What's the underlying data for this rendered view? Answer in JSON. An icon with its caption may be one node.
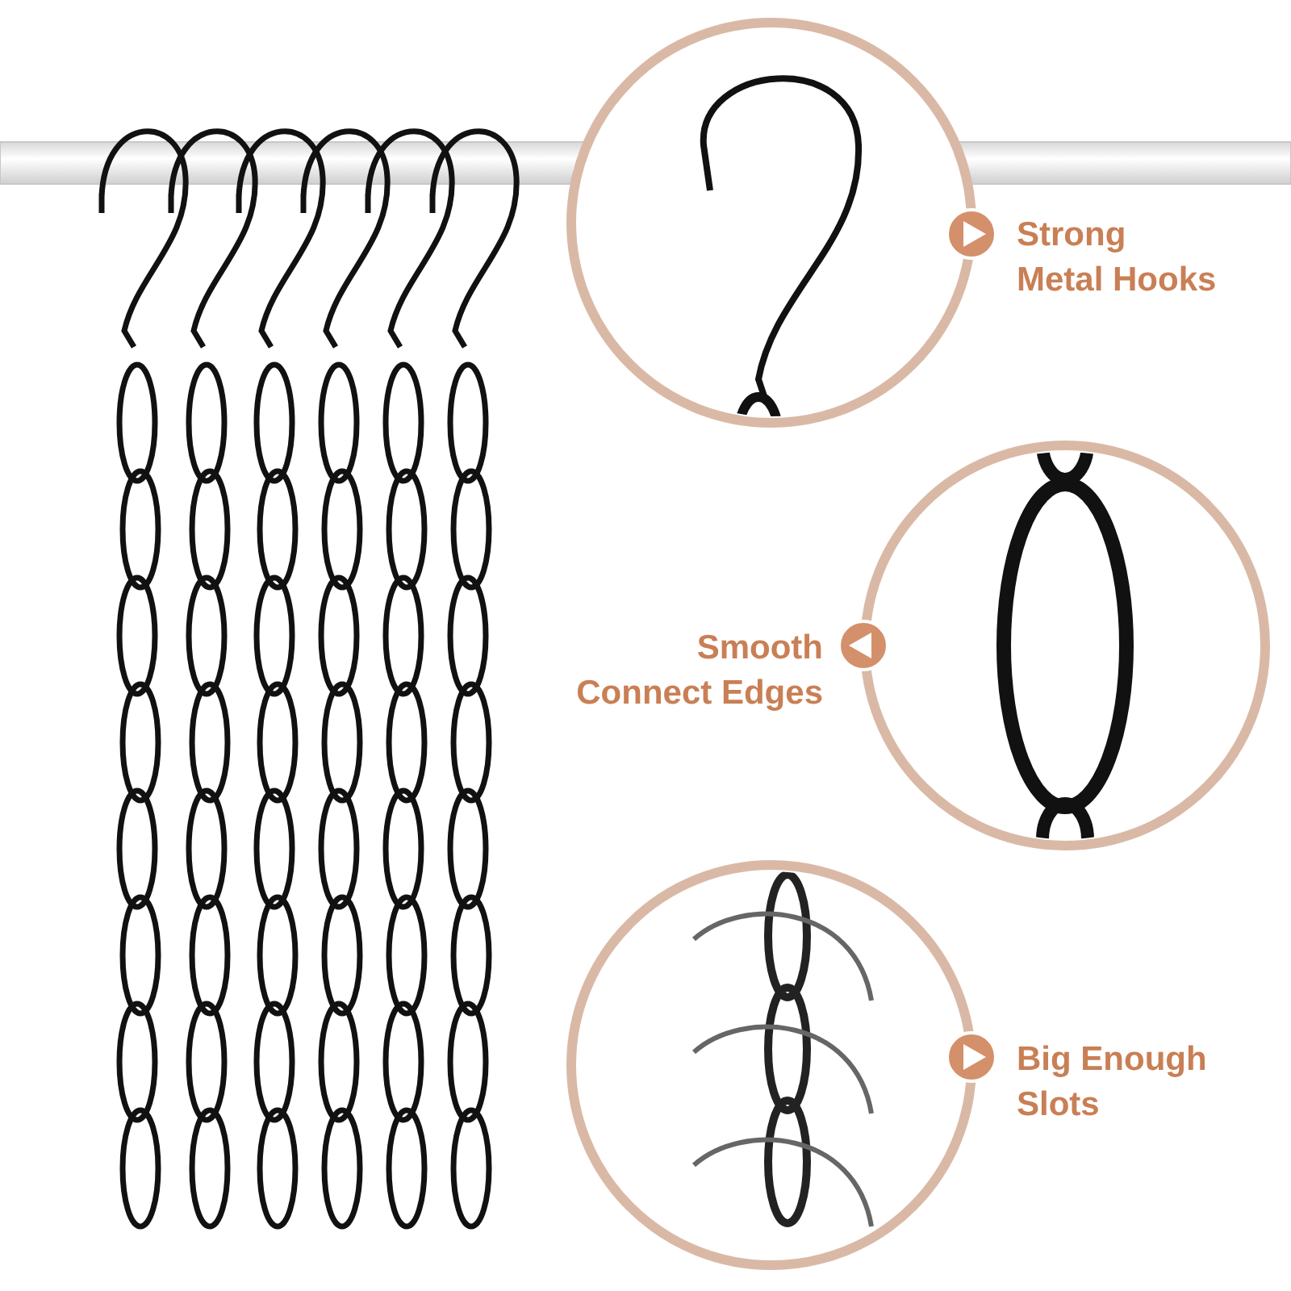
{
  "diagram": {
    "labels": [
      "Strong Metal Hooks",
      "Smooth Connect Edges",
      "Big Enough Slots"
    ]
  }
}
